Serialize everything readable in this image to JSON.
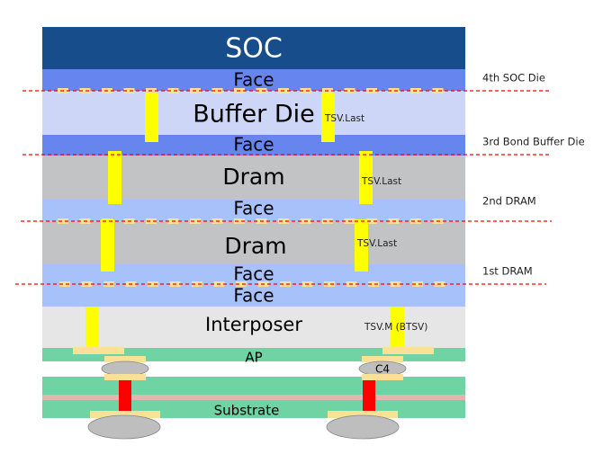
{
  "diagram": {
    "title": "3D stacked die cross-section",
    "layers": [
      {
        "id": "soc",
        "label": "SOC",
        "color": "#174D8A",
        "text_color": "#ffffff"
      },
      {
        "id": "face1",
        "label": "Face",
        "color": "#6685EE"
      },
      {
        "id": "buffer-die",
        "label": "Buffer Die",
        "color": "#CDD6F7"
      },
      {
        "id": "face2",
        "label": "Face",
        "color": "#6685EE"
      },
      {
        "id": "dram1",
        "label": "Dram",
        "color": "#C2C3C5"
      },
      {
        "id": "face3",
        "label": "Face",
        "color": "#A7C2FB"
      },
      {
        "id": "dram2",
        "label": "Dram",
        "color": "#C2C3C5"
      },
      {
        "id": "face4",
        "label": "Face",
        "color": "#A7C2FB"
      },
      {
        "id": "face5",
        "label": "Face",
        "color": "#A7C2FB"
      },
      {
        "id": "interposer",
        "label": "Interposer",
        "color": "#E6E6E6"
      },
      {
        "id": "ap",
        "label": "AP",
        "color": "#6FD3A3"
      },
      {
        "id": "substrate",
        "label": "Substrate",
        "color": "#6FD3A3",
        "core_color": "#E2B6AE"
      }
    ],
    "side_labels": [
      {
        "id": "soc-die",
        "label": "4th SOC Die"
      },
      {
        "id": "buffer-die",
        "label": "3rd Bond Buffer Die"
      },
      {
        "id": "dram2",
        "label": "2nd DRAM"
      },
      {
        "id": "dram1",
        "label": "1st DRAM"
      }
    ],
    "tsv_labels": [
      {
        "id": "tsv-buffer",
        "label": "TSV.Last"
      },
      {
        "id": "tsv-dram-upper",
        "label": "TSV.Last"
      },
      {
        "id": "tsv-dram-lower",
        "label": "TSV.Last"
      },
      {
        "id": "tsv-interposer",
        "label": "TSV.M (BTSV)"
      }
    ],
    "bump_label": "C4",
    "colors": {
      "tsv": "#FFFF00",
      "pad": "#FBE196",
      "bump": "#BEBEBE",
      "via": "#FF0000",
      "bond_line": "#FF0000"
    }
  }
}
